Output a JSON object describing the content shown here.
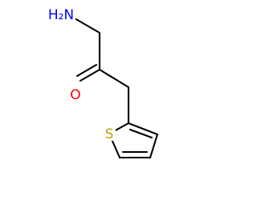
{
  "structure": {
    "atoms": [
      {
        "id": "N",
        "label": "H₂N",
        "color": "#0000ff"
      },
      {
        "id": "O",
        "label": "O",
        "color": "#ff0000"
      },
      {
        "id": "S",
        "label": "S",
        "color": "#b8a800"
      }
    ],
    "bonds": [
      {
        "from": "N",
        "to": "C1",
        "order": 1
      },
      {
        "from": "C1",
        "to": "C2",
        "order": 1
      },
      {
        "from": "C2",
        "to": "O",
        "order": 2
      },
      {
        "from": "C2",
        "to": "C3",
        "order": 1
      },
      {
        "from": "C3",
        "to": "C4",
        "order": 1
      },
      {
        "from": "C4",
        "to": "S",
        "order": 1
      },
      {
        "from": "S",
        "to": "C7",
        "order": 1
      },
      {
        "from": "C7",
        "to": "C6",
        "order": 2
      },
      {
        "from": "C6",
        "to": "C5",
        "order": 1
      },
      {
        "from": "C5",
        "to": "C4",
        "order": 2
      }
    ]
  }
}
